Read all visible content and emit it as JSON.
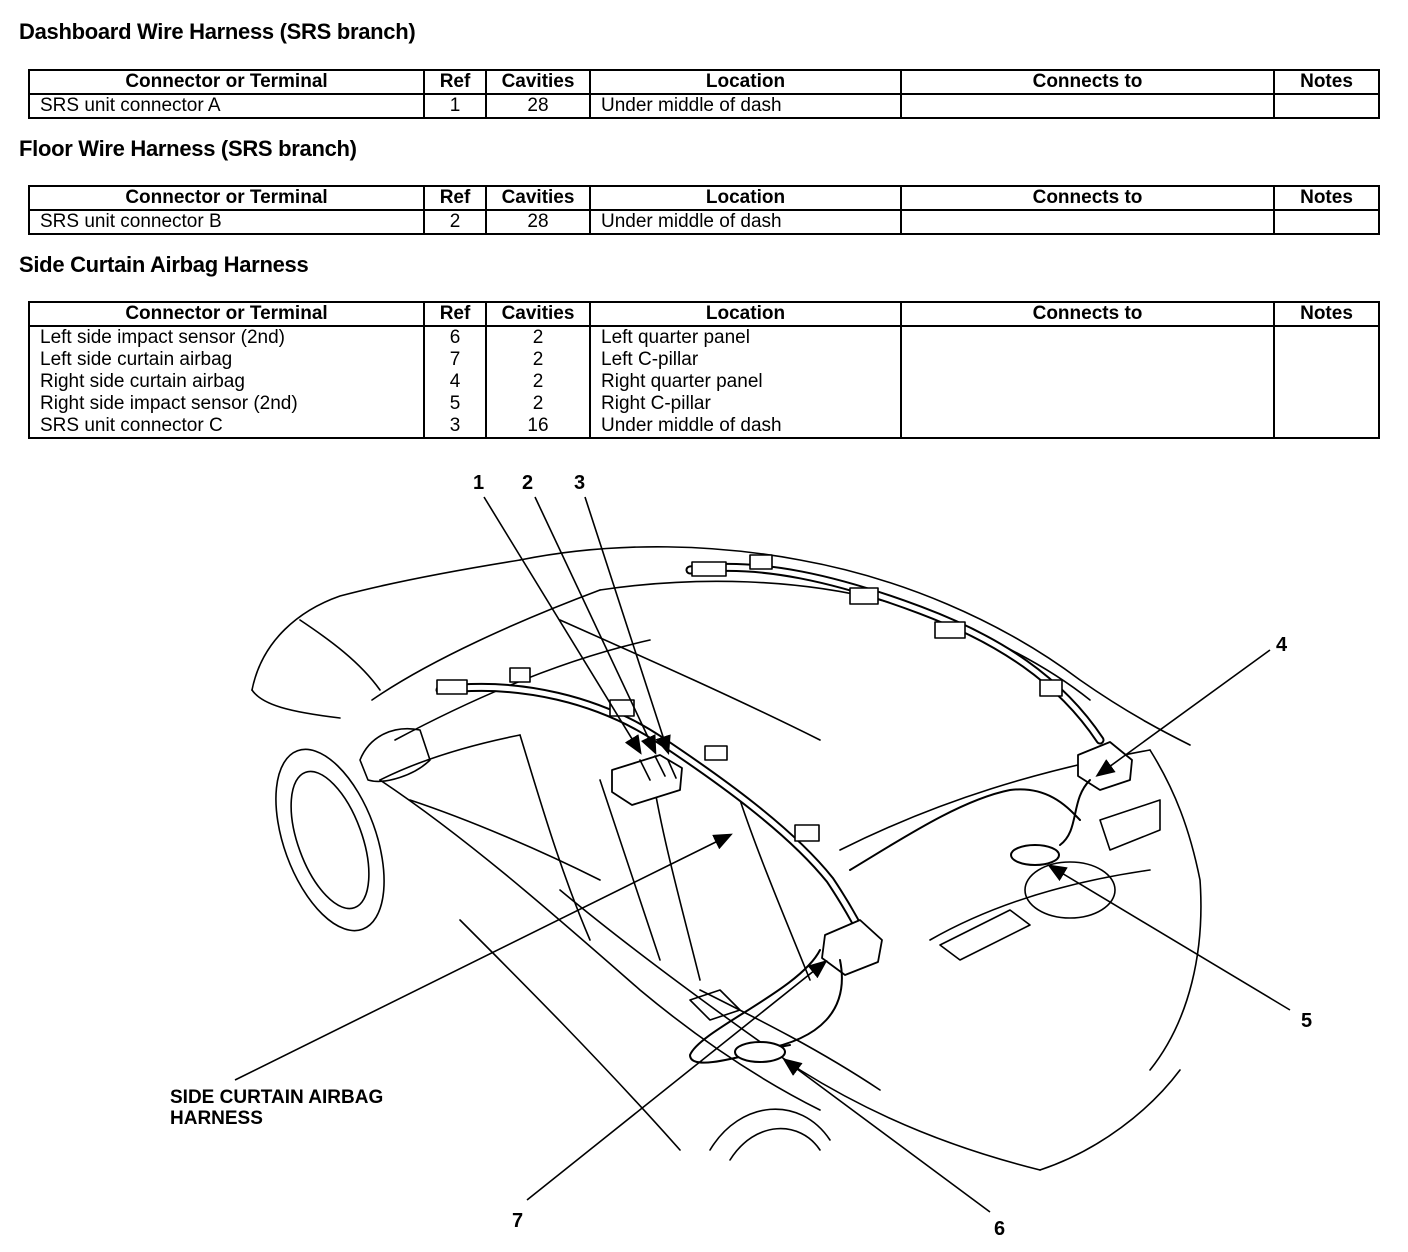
{
  "sections": [
    {
      "title": "Dashboard Wire Harness (SRS branch)",
      "headers": [
        "Connector or Terminal",
        "Ref",
        "Cavities",
        "Location",
        "Connects to",
        "Notes"
      ],
      "rows": [
        [
          "SRS unit connector A",
          "1",
          "28",
          "Under middle of dash",
          "",
          ""
        ]
      ]
    },
    {
      "title": "Floor Wire Harness (SRS branch)",
      "headers": [
        "Connector or Terminal",
        "Ref",
        "Cavities",
        "Location",
        "Connects to",
        "Notes"
      ],
      "rows": [
        [
          "SRS unit connector B",
          "2",
          "28",
          "Under middle of dash",
          "",
          ""
        ]
      ]
    },
    {
      "title": "Side Curtain Airbag Harness",
      "headers": [
        "Connector or Terminal",
        "Ref",
        "Cavities",
        "Location",
        "Connects to",
        "Notes"
      ],
      "rows": [
        [
          "Left side impact sensor (2nd)",
          "6",
          "2",
          "Left quarter panel",
          "",
          ""
        ],
        [
          "Left side curtain airbag",
          "7",
          "2",
          "Left C-pillar",
          "",
          ""
        ],
        [
          "Right side curtain airbag",
          "4",
          "2",
          "Right quarter panel",
          "",
          ""
        ],
        [
          "Right side impact sensor (2nd)",
          "5",
          "2",
          "Right C-pillar",
          "",
          ""
        ],
        [
          "SRS unit connector C",
          "3",
          "16",
          "Under middle of dash",
          "",
          ""
        ]
      ]
    }
  ],
  "diagram": {
    "callouts": [
      "1",
      "2",
      "3",
      "4",
      "5",
      "6",
      "7"
    ],
    "harness_label_line1": "SIDE CURTAIN AIRBAG",
    "harness_label_line2": "HARNESS"
  }
}
